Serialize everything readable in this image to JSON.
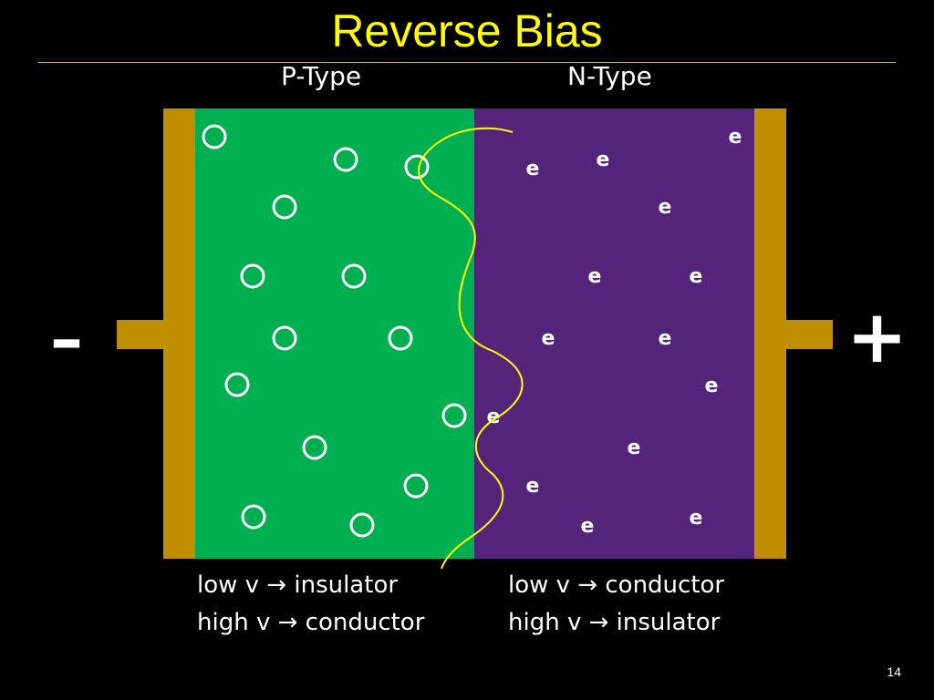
{
  "title": "Reverse Bias",
  "regions": {
    "p_label": "P-Type",
    "n_label": "N-Type"
  },
  "terminals": {
    "negative": "–",
    "positive": "+"
  },
  "electron_symbol": "e",
  "notes": {
    "p_line1": "low v → insulator",
    "p_line2": "high v → conductor",
    "n_line1": "low v → conductor",
    "n_line2": "high v → insulator"
  },
  "page_number": "14",
  "colors": {
    "background": "#000000",
    "title": "#ffff00",
    "p_region": "#00b050",
    "n_region": "#532479",
    "contacts": "#bf8f00",
    "junction_line": "#ffff00"
  }
}
